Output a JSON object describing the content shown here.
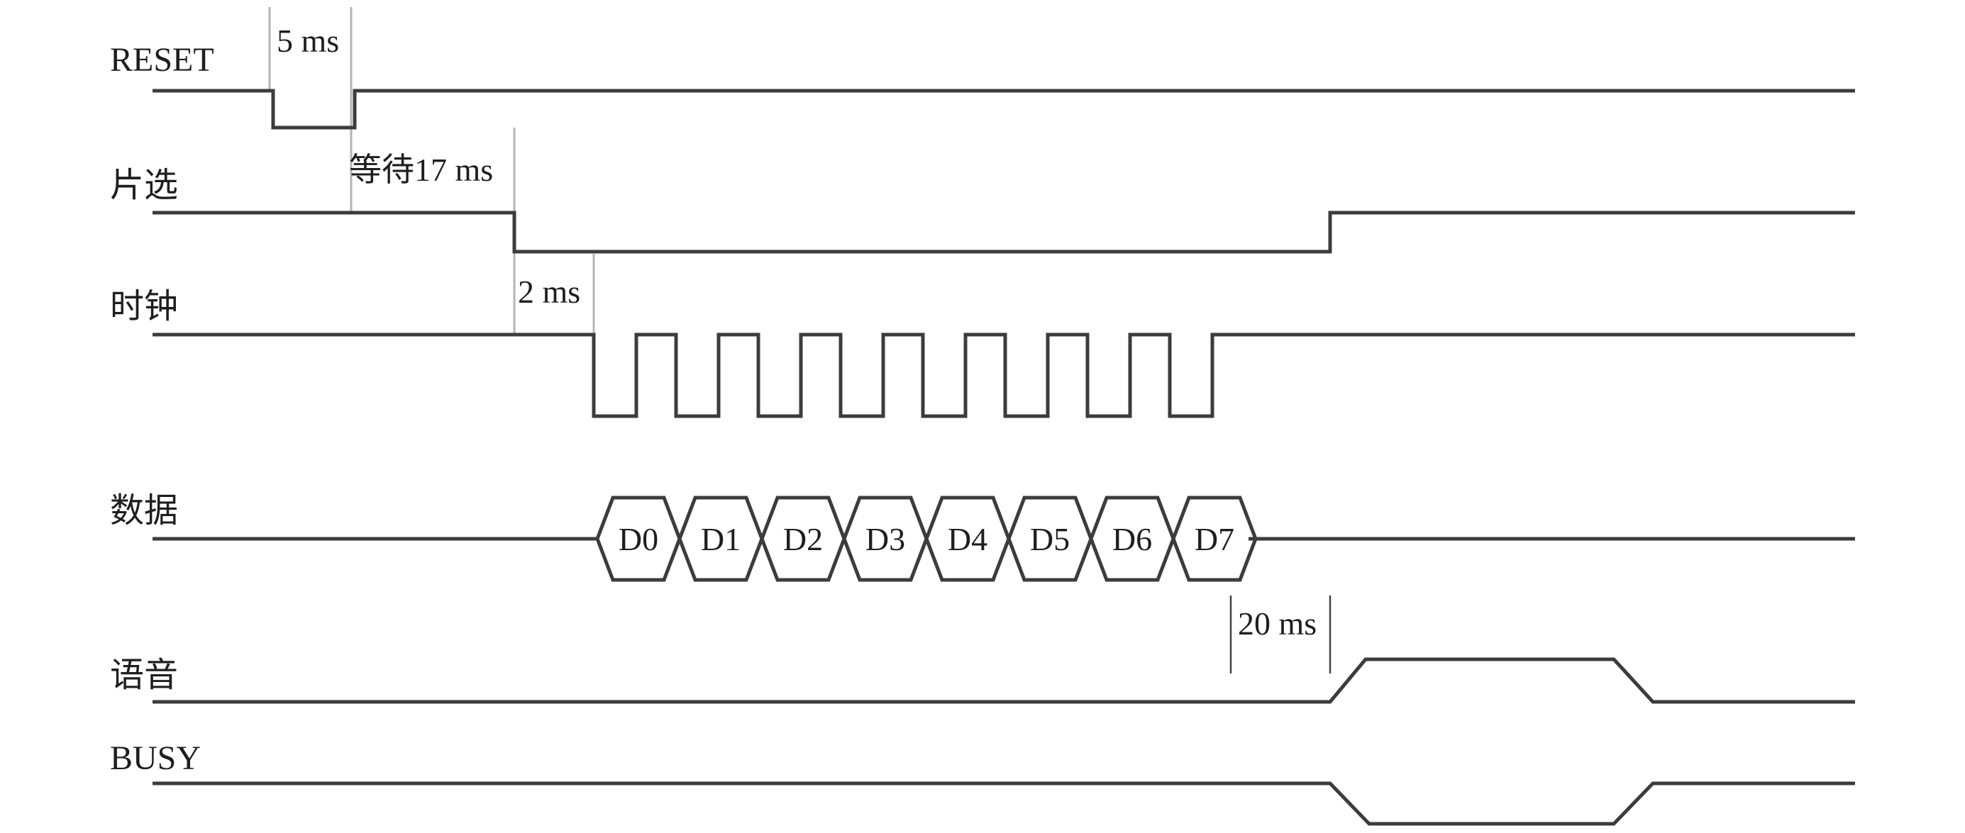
{
  "signals": {
    "reset": "RESET",
    "cs": "片选",
    "clock": "时钟",
    "data": "数据",
    "voice": "语音",
    "busy": "BUSY"
  },
  "timing": {
    "reset_pulse": "5 ms",
    "wait": "等待17 ms",
    "clock_delay": "2 ms",
    "voice_delay": "20 ms"
  },
  "data_bits": [
    "D0",
    "D1",
    "D2",
    "D3",
    "D4",
    "D5",
    "D6",
    "D7"
  ]
}
